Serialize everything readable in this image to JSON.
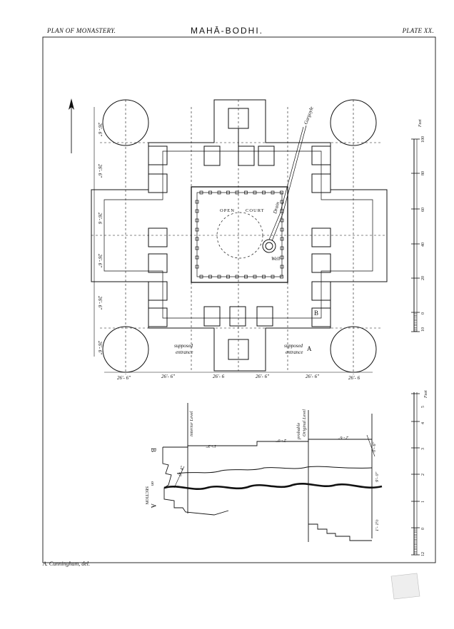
{
  "header": {
    "left": "PLAN OF MONASTERY.",
    "center": "MAHĀ-BODHI.",
    "right": "PLATE XX."
  },
  "credit": "A. Cunningham, del.",
  "plan": {
    "labels": {
      "gargoyle": "Gargoyle",
      "drain": "Drain",
      "open": "OPEN",
      "court": "COURT",
      "well": "Well",
      "supposed_entrance": [
        "supposed",
        "entrance"
      ],
      "letter_a": "A",
      "letter_b": "B"
    },
    "bottom_dims": [
      "26'- 6\"",
      "26'- 6\"",
      "26'- 6",
      "26'- 6\"",
      "26'- 6\"",
      "26'- 6"
    ],
    "left_dims": [
      "26'- 6\"",
      "26'- 6\"",
      "26'- 6",
      "26'- 6\"",
      "26'- 6\"",
      "26'- 6\""
    ],
    "scale": {
      "unit": "Feet",
      "ticks": [
        "100",
        "80",
        "60",
        "40",
        "20",
        "0",
        "10"
      ]
    }
  },
  "section": {
    "labels": {
      "interior_level": "interior Level",
      "probable": "probable",
      "original_level": "Original Level",
      "section_on": [
        "SECTION",
        "on"
      ],
      "letter_a": "A",
      "letter_b": "B"
    },
    "dims": {
      "d1": "1'- 3\"",
      "d2": "2'- 0\"",
      "d3": "2'- 6\"",
      "d4": "0'- 6\"",
      "d5": "0'- 4\"",
      "d6": "9'- 0\"",
      "d7": "1'- 1½"
    },
    "scale": {
      "unit": "Feet",
      "ticks": [
        "5",
        "4",
        "3",
        "2",
        "1",
        "0",
        "12"
      ]
    }
  }
}
